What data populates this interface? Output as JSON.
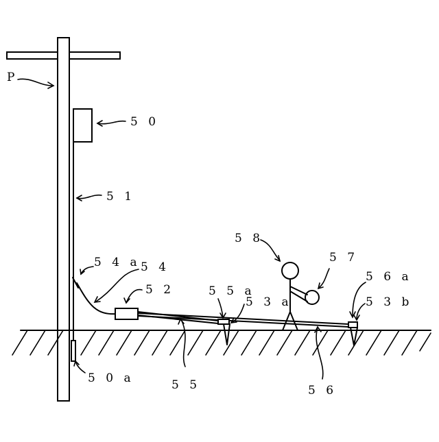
{
  "labels": {
    "pole": "P",
    "l50": "5 0",
    "l51": "5 1",
    "l58": "5 8",
    "l57": "5 7",
    "l54a": "5 4 a",
    "l54": "5 4",
    "l56a": "5 6 a",
    "l52": "5 2",
    "l55a": "5 5 a",
    "l53a": "5 3 a",
    "l53b": "5 3 b",
    "l50a": "5 0 a",
    "l55": "5 5",
    "l56": "5 6"
  }
}
